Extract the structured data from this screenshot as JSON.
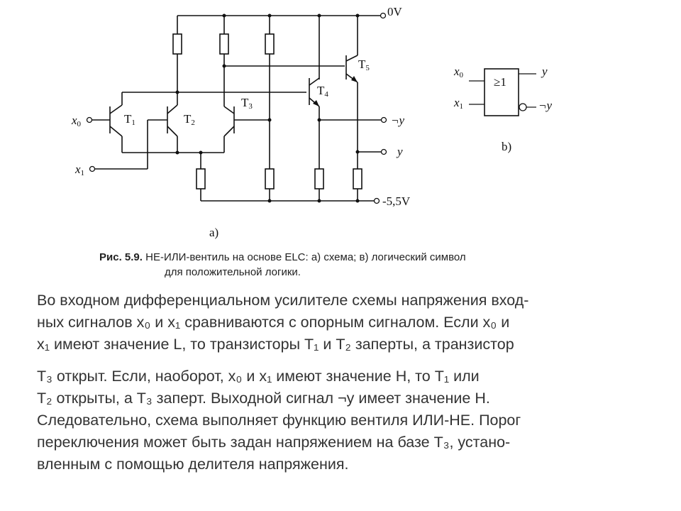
{
  "figure": {
    "circuit": {
      "label_0v": "0V",
      "label_neg": "-5,5V",
      "label_x0": "x",
      "label_x0_sub": "0",
      "label_x1": "x",
      "label_x1_sub": "1",
      "label_t1": "T",
      "label_t1_sub": "1",
      "label_t2": "T",
      "label_t2_sub": "2",
      "label_t3": "T",
      "label_t3_sub": "3",
      "label_t4": "T",
      "label_t4_sub": "4",
      "label_t5": "T",
      "label_t5_sub": "5",
      "label_not_y": "¬y",
      "label_y": "y",
      "sublabel": "a)"
    },
    "symbol": {
      "in0": "x",
      "in0_sub": "0",
      "in1": "x",
      "in1_sub": "1",
      "gate": "≥1",
      "out_y": "y",
      "out_not_y": "¬y",
      "sublabel": "b)"
    },
    "caption": {
      "prefix": "Рис. 5.9.",
      "line1": "НЕ-ИЛИ-вентиль на основе ELC: а) схема; в) логический символ",
      "line2": "для положительной логики."
    }
  },
  "paragraph": {
    "lines": [
      "Во входном дифференциальном усилителе схемы напряжения вход-",
      "ных сигналов x₀ и x₁ сравниваются с опорным сигналом. Если x₀ и",
      "x₁ имеют значение L, то транзисторы T₁ и T₂ заперты, а транзистор",
      "T₃ открыт. Если, наоборот, x₀ и x₁ имеют значение H, то T₁ или",
      "T₂ открыты, а T₃ заперт. Выходной сигнал ¬y имеет значение H.",
      "Следовательно, схема выполняет функцию вентиля ИЛИ-НЕ. Порог",
      "переключения может быть задан напряжением на базе T₃, устано-",
      "вленным с помощью делителя напряжения."
    ]
  }
}
